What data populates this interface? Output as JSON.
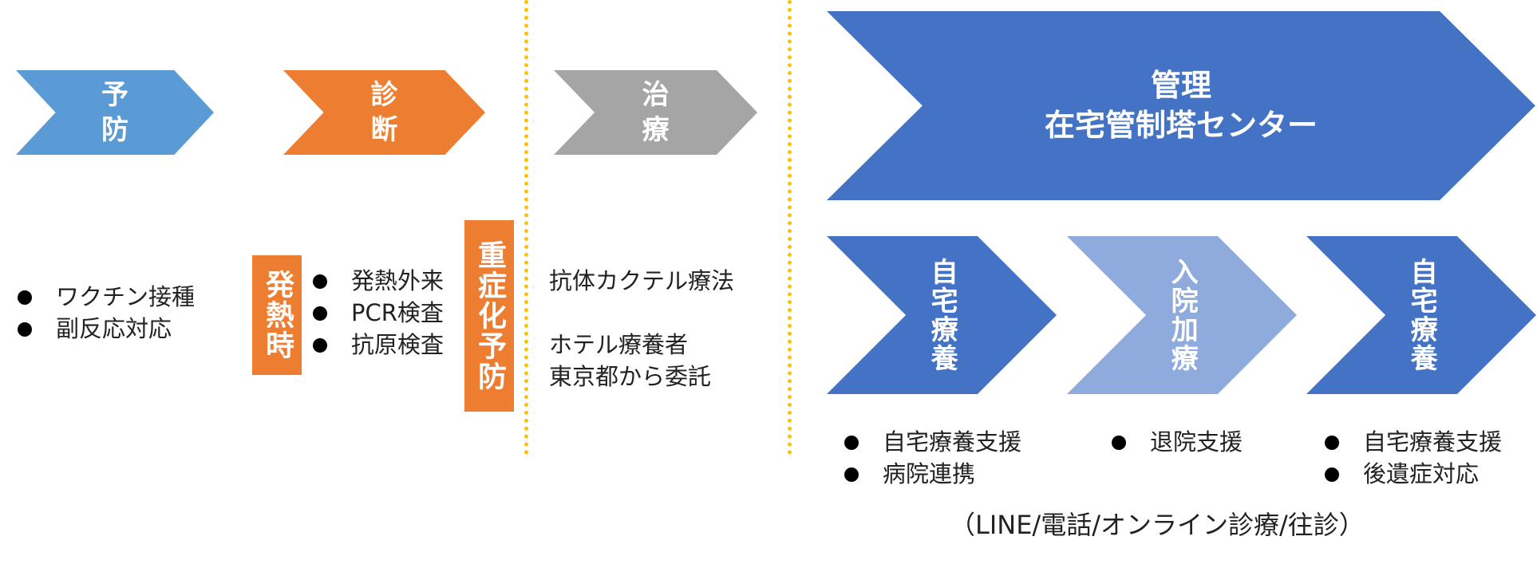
{
  "chevrons": {
    "prevention": {
      "label": "予\n防",
      "color": "#5B9BD5"
    },
    "diagnosis": {
      "label": "診\n断",
      "color": "#ED7D31"
    },
    "treatment": {
      "label": "治\n療",
      "color": "#A5A5A5"
    },
    "management": {
      "label": "管理\n在宅管制塔センター",
      "color": "#4472C4"
    },
    "home_care_1": {
      "label": "自宅療養",
      "color": "#4472C4"
    },
    "hospital": {
      "label": "入院加療",
      "color": "#8FAADC"
    },
    "home_care_2": {
      "label": "自宅療養",
      "color": "#4472C4"
    }
  },
  "labels": {
    "fever": "発熱時",
    "severe": "重症化予防"
  },
  "lists": {
    "prevention": [
      "ワクチン接種",
      "副反応対応"
    ],
    "diagnosis": [
      "発熱外来",
      "PCR検査",
      "抗原検査"
    ],
    "home_care_1": [
      "自宅療養支援",
      "病院連携"
    ],
    "hospital": [
      "退院支援"
    ],
    "home_care_2": [
      "自宅療養支援",
      "後遺症対応"
    ]
  },
  "treatment_text": {
    "line1": "抗体カクテル療法",
    "line2": "ホテル療養者\n東京都から委託"
  },
  "footer": "（LINE/電話/オンライン診療/往診）",
  "divider_color": "#FFC000"
}
